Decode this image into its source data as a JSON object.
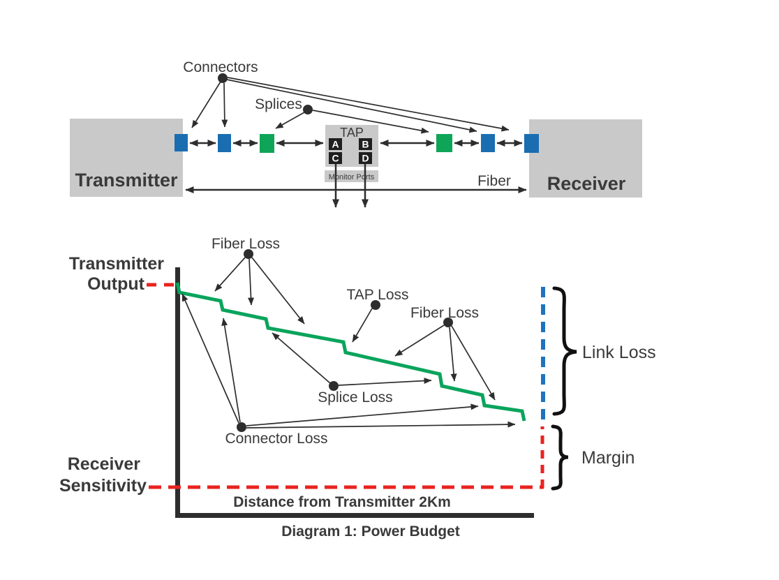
{
  "title": "Diagram 1: Power Budget",
  "colors": {
    "connector_blue": "#1a6db1",
    "splice_green": "#0ea558",
    "power_line_green": "#0aa45c",
    "red_dashed": "#e8231f",
    "blue_dashed": "#1e73be",
    "box_gray": "#c9c9c9",
    "axis_dark": "#2d2d2d",
    "text_dark": "#3a3a3a"
  },
  "schematic": {
    "transmitter_label": "Transmitter",
    "receiver_label": "Receiver",
    "connectors_label": "Connectors",
    "splices_label": "Splices",
    "fiber_label": "Fiber",
    "tap": {
      "title": "TAP",
      "ports": [
        "A",
        "B",
        "C",
        "D"
      ],
      "monitor_label": "Monitor Ports"
    }
  },
  "graph": {
    "transmitter_output": {
      "line1": "Transmitter",
      "line2": "Output"
    },
    "receiver_sensitivity": {
      "line1": "Receiver",
      "line2": "Sensitivity"
    },
    "annotations": {
      "fiber_loss_1": "Fiber Loss",
      "tap_loss": "TAP Loss",
      "fiber_loss_2": "Fiber Loss",
      "splice_loss": "Splice Loss",
      "connector_loss": "Connector Loss"
    },
    "braces": {
      "link_loss": "Link Loss",
      "margin": "Margin"
    },
    "x_axis_label": "Distance from Transmitter 2Km",
    "caption": "Diagram 1: Power Budget"
  }
}
